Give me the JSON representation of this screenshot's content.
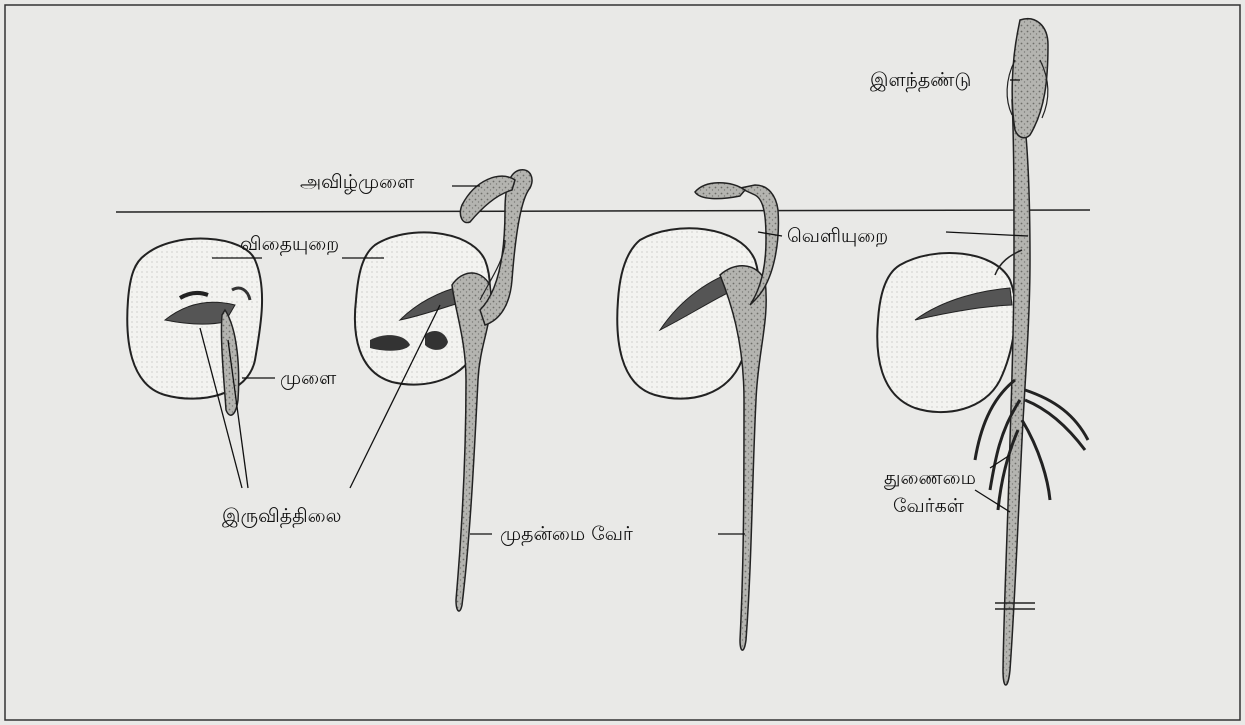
{
  "labels": {
    "seed_coat": "விதையுறை",
    "plumule": "முளை",
    "cotyledons": "இருவித்திலை",
    "epicotyl_hook": "அவிழ்முளை",
    "primary_root": "முதன்மை  வேர்",
    "seed_covering": "வெளியுறை",
    "young_shoot": "இளந்தண்டு",
    "secondary_roots_line1": "துணைமை",
    "secondary_roots_line2": "வேர்கள்"
  },
  "colors": {
    "background": "#e9e9e7",
    "ink": "#111111",
    "seed_fill": "#f2f2ef",
    "stem_fill": "#a8a8a4"
  }
}
